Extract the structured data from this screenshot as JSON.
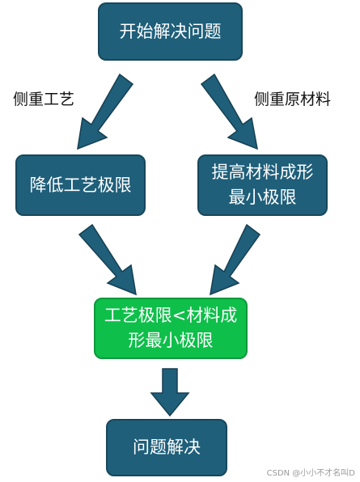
{
  "nodes": {
    "start": "开始解决问题",
    "left": "降低工艺极限",
    "right": "提高材料成形最小极限",
    "condition": "工艺极限<材料成形最小极限",
    "end": "问题解决"
  },
  "edge_labels": {
    "left": "侧重工艺",
    "right": "侧重原材料"
  },
  "watermark": "CSDN @小小不才名叫D",
  "colors": {
    "node_blue": "#1f5f7a",
    "node_green": "#0ebf4a",
    "arrow": "#1f5f7a"
  }
}
